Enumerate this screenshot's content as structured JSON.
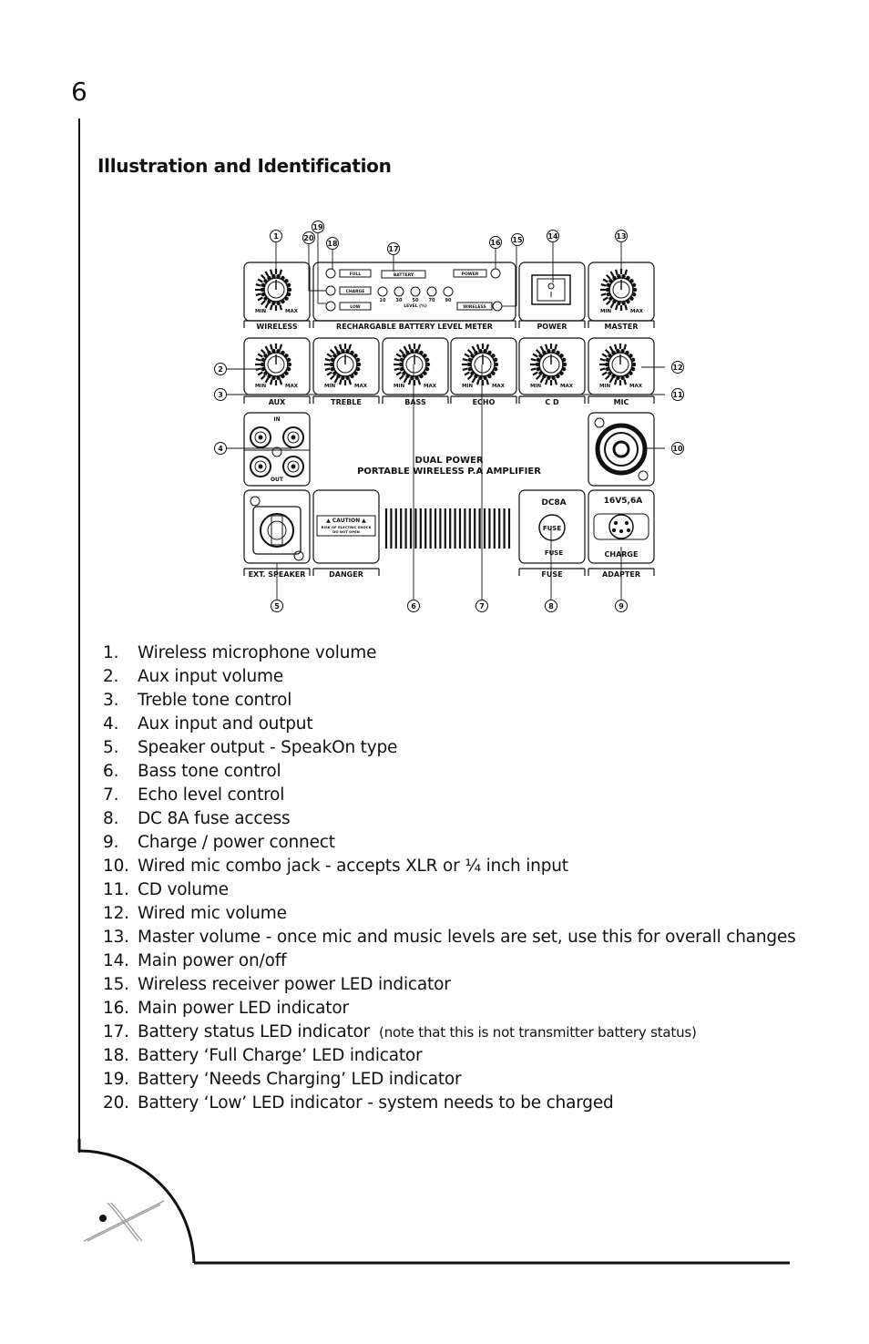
{
  "page_number": "6",
  "title": "Illustration and Identification",
  "panel": {
    "sections": {
      "wireless": "WIRELESS",
      "battery_meter": "RECHARGABLE BATTERY LEVEL METER",
      "power": "POWER",
      "master": "MASTER",
      "aux": "AUX",
      "treble": "TREBLE",
      "bass": "BASS",
      "echo": "ECHO",
      "cd": "C D",
      "mic": "MIC",
      "ext_speaker": "EXT. SPEAKER",
      "danger": "DANGER",
      "fuse": "FUSE",
      "adapter": "ADAPTER"
    },
    "min": "MIN",
    "max": "MAX",
    "led_labels": {
      "full": "FULL",
      "charge": "CHARGE",
      "low": "LOW",
      "power": "POWER",
      "wireless": "WIRELESS",
      "battery": "BATTERY",
      "level": "LEVEL (%)"
    },
    "level_values": [
      "10",
      "30",
      "50",
      "70",
      "90"
    ],
    "jack_in": "IN",
    "jack_out": "OUT",
    "center_title_1": "DUAL POWER",
    "center_title_2": "PORTABLE WIRELESS P.A AMPLIFIER",
    "caution": "CAUTION",
    "caution_line1": "RISK OF ELECTRIC SHOCK",
    "caution_line2": "DO NOT OPEN",
    "dc8a": "DC8A",
    "fuse_cap": "FUSE",
    "fuse_small": "FUSE",
    "rating": "16V5,6A",
    "charge": "CHARGE",
    "callouts": [
      "1",
      "2",
      "3",
      "4",
      "5",
      "6",
      "7",
      "8",
      "9",
      "10",
      "11",
      "12",
      "13",
      "14",
      "15",
      "16",
      "17",
      "18",
      "19",
      "20"
    ]
  },
  "items": [
    {
      "num": "1.",
      "text": "Wireless microphone volume"
    },
    {
      "num": "2.",
      "text": "Aux input volume"
    },
    {
      "num": "3.",
      "text": "Treble tone control"
    },
    {
      "num": "4.",
      "text": "Aux input and output"
    },
    {
      "num": "5.",
      "text": "Speaker output - SpeakOn type"
    },
    {
      "num": "6.",
      "text": "Bass tone control"
    },
    {
      "num": "7.",
      "text": "Echo level control"
    },
    {
      "num": "8.",
      "text": "DC 8A fuse access"
    },
    {
      "num": "9.",
      "text": "Charge / power connect"
    },
    {
      "num": "10.",
      "text": "Wired mic combo jack - accepts XLR or ¼ inch input"
    },
    {
      "num": "11.",
      "text": "CD volume"
    },
    {
      "num": "12.",
      "text": "Wired mic volume"
    },
    {
      "num": "13.",
      "text": "Master volume - once mic and music levels are set, use this for overall changes"
    },
    {
      "num": "14.",
      "text": "Main power on/off"
    },
    {
      "num": "15.",
      "text": "Wireless receiver power LED indicator"
    },
    {
      "num": "16.",
      "text": "Main power LED indicator"
    },
    {
      "num": "17.",
      "text": "Battery status LED indicator",
      "note": "(note that this is not transmitter battery status)"
    },
    {
      "num": "18.",
      "text": "Battery ‘Full Charge’ LED indicator"
    },
    {
      "num": "19.",
      "text": "Battery ‘Needs Charging’ LED indicator"
    },
    {
      "num": "20.",
      "text": "Battery ‘Low’ LED indicator - system needs to be charged"
    }
  ]
}
